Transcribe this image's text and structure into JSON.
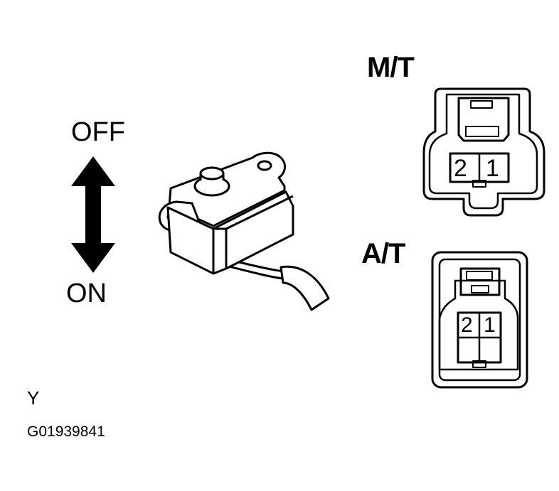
{
  "switch_labels": {
    "off": "OFF",
    "on": "ON"
  },
  "connectors": {
    "mt": {
      "label": "M/T",
      "pins": [
        "2",
        "1"
      ]
    },
    "at": {
      "label": "A/T",
      "pins": [
        "2",
        "1"
      ]
    }
  },
  "footer": {
    "code_letter": "Y",
    "figure_id": "G01939841"
  }
}
